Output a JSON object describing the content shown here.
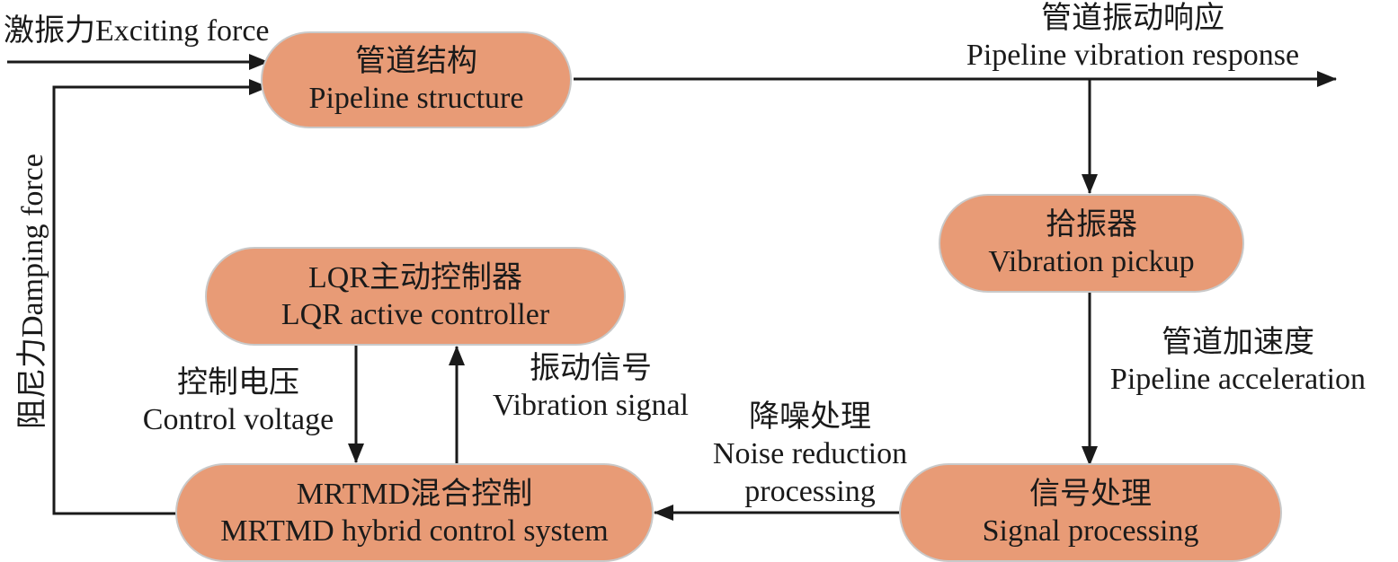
{
  "nodes": {
    "pipeline_structure": {
      "zh": "管道结构",
      "en": "Pipeline structure"
    },
    "vibration_pickup": {
      "zh": "拾振器",
      "en": "Vibration pickup"
    },
    "lqr_controller": {
      "zh": "LQR主动控制器",
      "en": "LQR active controller"
    },
    "signal_processing": {
      "zh": "信号处理",
      "en": "Signal processing"
    },
    "mrtmd_hybrid": {
      "zh": "MRTMD混合控制",
      "en": "MRTMD hybrid control system"
    }
  },
  "labels": {
    "exciting_force": "激振力Exciting force",
    "damping_force": "阻尼力Damping force",
    "vibration_response": {
      "zh": "管道振动响应",
      "en": "Pipeline vibration response"
    },
    "pipeline_acceleration": {
      "zh": "管道加速度",
      "en": "Pipeline acceleration"
    },
    "noise_reduction": {
      "zh": "降噪处理",
      "en1": "Noise reduction",
      "en2": "processing"
    },
    "control_voltage": {
      "zh": "控制电压",
      "en": "Control voltage"
    },
    "vibration_signal": {
      "zh": "振动信号",
      "en": "Vibration signal"
    }
  },
  "colors": {
    "node_fill": "#e89b76",
    "node_border": "#c9c9c9",
    "line": "#1a1a1a"
  }
}
